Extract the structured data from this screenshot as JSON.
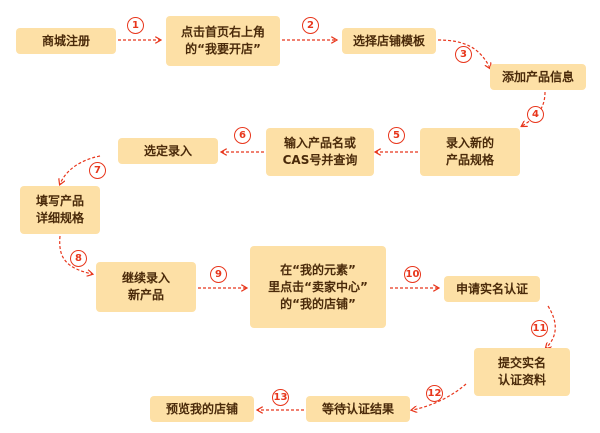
{
  "flow": {
    "steps": [
      {
        "id": "s0",
        "label": "商城注册"
      },
      {
        "id": "s1",
        "label": "点击首页右上角\n的“我要开店”"
      },
      {
        "id": "s2",
        "label": "选择店铺模板"
      },
      {
        "id": "s3",
        "label": "添加产品信息"
      },
      {
        "id": "s4",
        "label": "录入新的\n产品规格"
      },
      {
        "id": "s5",
        "label": "输入产品名或\nCAS号并查询"
      },
      {
        "id": "s6",
        "label": "选定录入"
      },
      {
        "id": "s7",
        "label": "填写产品\n详细规格"
      },
      {
        "id": "s8",
        "label": "继续录入\n新产品"
      },
      {
        "id": "s9",
        "label": "在“我的元素”\n里点击“卖家中心”\n的“我的店铺”"
      },
      {
        "id": "s10",
        "label": "申请实名认证"
      },
      {
        "id": "s11",
        "label": "提交实名\n认证资料"
      },
      {
        "id": "s12",
        "label": "等待认证结果"
      },
      {
        "id": "s13",
        "label": "预览我的店铺"
      }
    ],
    "connector_numbers": [
      "1",
      "2",
      "3",
      "4",
      "5",
      "6",
      "7",
      "8",
      "9",
      "10",
      "11",
      "12",
      "13"
    ],
    "colors": {
      "box": "#fde0a6",
      "text": "#4a2a0a",
      "accent": "#e8361c"
    }
  }
}
